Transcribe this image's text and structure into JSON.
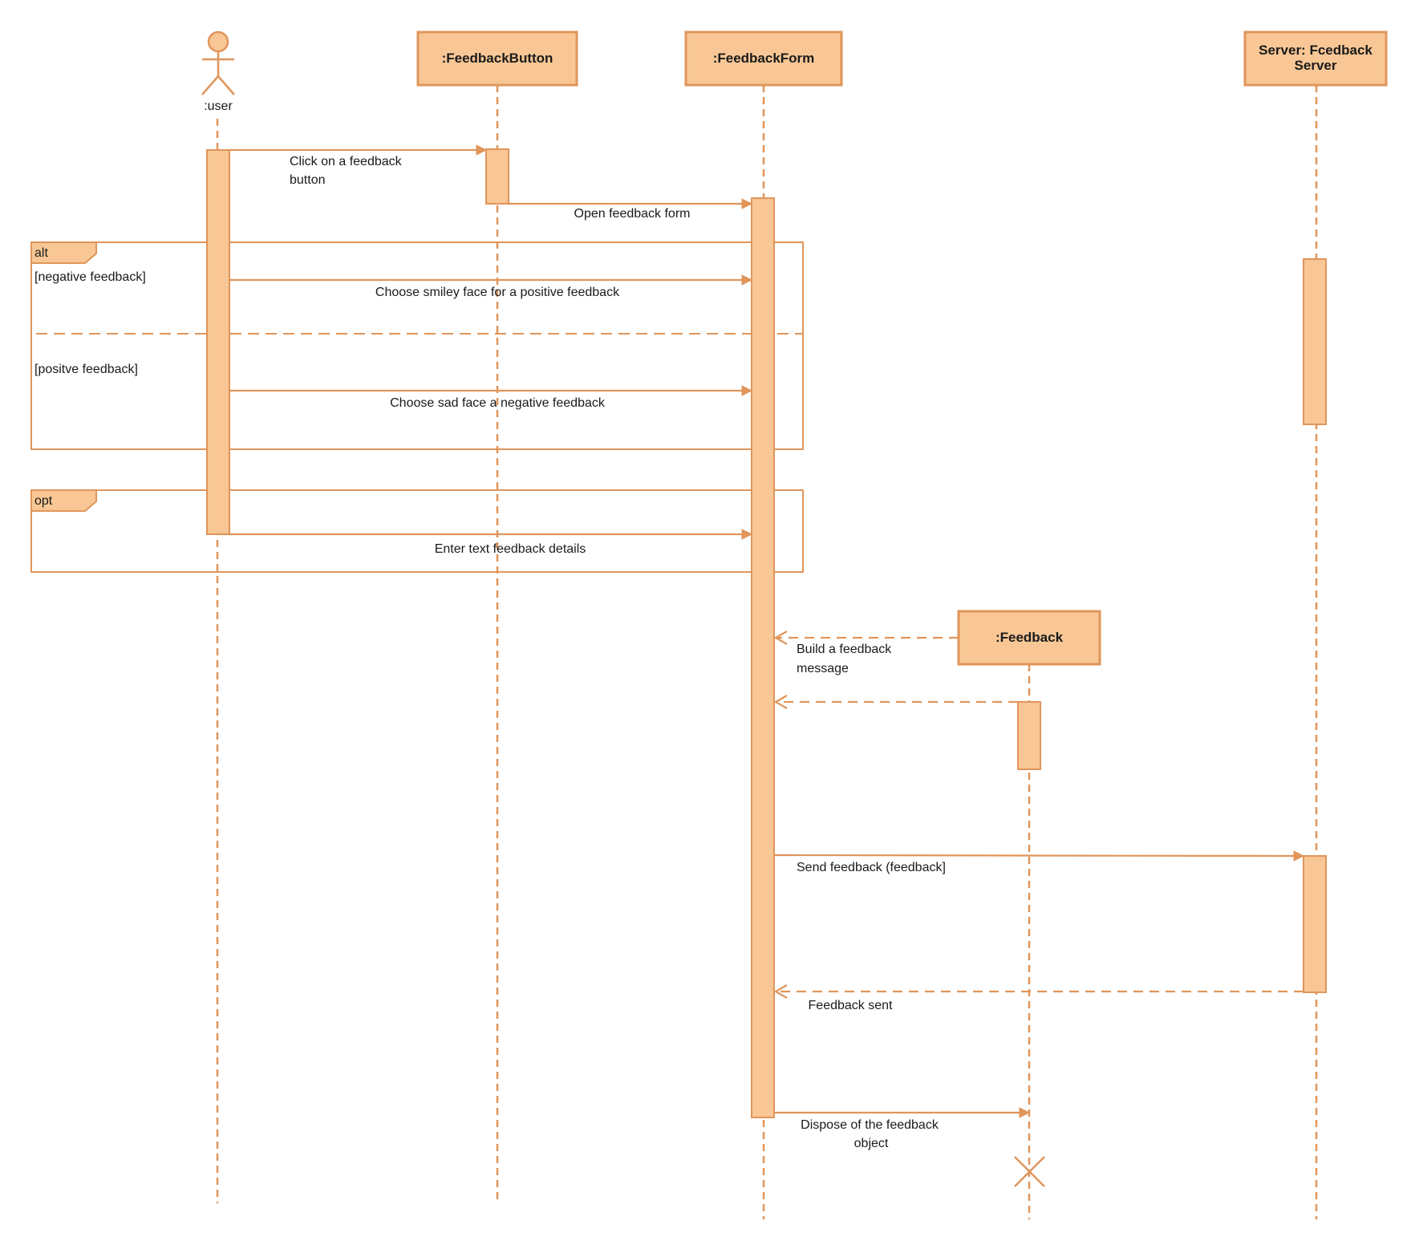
{
  "actor": {
    "label": ":user"
  },
  "participants": {
    "feedback_button": ":FeedbackButton",
    "feedback_form": ":FeedbackForm",
    "server_line1": "Server: Fcedback",
    "server_line2": "Server",
    "feedback": ":Feedback"
  },
  "fragments": {
    "alt_label": "alt",
    "alt_guard_1": "[negative feedback]",
    "alt_guard_2": "[positve feedback]",
    "opt_label": "opt"
  },
  "messages": {
    "click_line1": "Click on a feedback",
    "click_line2": "button",
    "open_form": "Open feedback form",
    "smiley": "Choose smiley face for a positive feedback",
    "sad": "Choose sad face a negative feedback",
    "enter_text": "Enter text feedback details",
    "build_line1": "Build a feedback",
    "build_line2": "message",
    "send": "Send feedback (feedback]",
    "sent": "Feedback sent",
    "dispose_line1": "Dispose of the feedback",
    "dispose_line2": "object"
  },
  "colors": {
    "stroke": "#e0955a",
    "fill": "#f8c795"
  }
}
